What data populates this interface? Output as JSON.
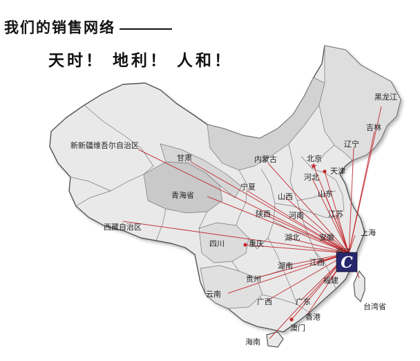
{
  "header": {
    "title": "我们的销售网络",
    "slogan": "天时！ 地利！ 人和！"
  },
  "logo": {
    "letter": "C"
  },
  "colors": {
    "route": "#c1272d",
    "border": "#555555",
    "shade_dark": "#c9c9c9",
    "shade_mid": "#dadada",
    "shade_light": "#ececec",
    "logo_bg": "#27276e"
  },
  "regions": [
    {
      "id": "xinjiang",
      "label": "新新疆维吾尔自治区",
      "route": true
    },
    {
      "id": "gansu",
      "label": "甘肃",
      "route": true
    },
    {
      "id": "qinghai",
      "label": "青海省",
      "route": true
    },
    {
      "id": "xizang",
      "label": "西藏自治区",
      "route": true
    },
    {
      "id": "neimenggu",
      "label": "内蒙古",
      "route": true
    },
    {
      "id": "beijing",
      "label": "北京",
      "route": true,
      "star": true
    },
    {
      "id": "tianjin",
      "label": "天津",
      "route": true,
      "dot": true
    },
    {
      "id": "hebei",
      "label": "河北",
      "route": true
    },
    {
      "id": "ningxia",
      "label": "宁夏",
      "route": true
    },
    {
      "id": "shanxi",
      "label": "山西",
      "route": true
    },
    {
      "id": "shandong",
      "label": "山东",
      "route": true
    },
    {
      "id": "shaanxi",
      "label": "陕西",
      "route": true
    },
    {
      "id": "henan",
      "label": "河南",
      "route": true
    },
    {
      "id": "jiangsu",
      "label": "江苏",
      "route": true
    },
    {
      "id": "shanghai",
      "label": "上海",
      "route": true
    },
    {
      "id": "sichuan",
      "label": "四川",
      "route": true
    },
    {
      "id": "chongqing",
      "label": "重庆",
      "route": true,
      "dot": true
    },
    {
      "id": "hubei",
      "label": "湖北",
      "route": true
    },
    {
      "id": "anhui",
      "label": "安徽",
      "route": true
    },
    {
      "id": "zhejiang",
      "label": "浙江",
      "route": false
    },
    {
      "id": "hunan",
      "label": "湖南",
      "route": true
    },
    {
      "id": "jiangxi",
      "label": "江西",
      "route": true
    },
    {
      "id": "guizhou",
      "label": "贵州",
      "route": true
    },
    {
      "id": "fujian",
      "label": "福建",
      "route": true
    },
    {
      "id": "yunnan",
      "label": "云南",
      "route": true
    },
    {
      "id": "guangxi",
      "label": "广西",
      "route": true
    },
    {
      "id": "guangdong",
      "label": "广东",
      "route": true
    },
    {
      "id": "xianggang",
      "label": "香港",
      "route": true
    },
    {
      "id": "aomen",
      "label": "澳门",
      "route": true,
      "dot": true
    },
    {
      "id": "hainan",
      "label": "海南",
      "route": true
    },
    {
      "id": "taiwan",
      "label": "台湾省",
      "route": true
    },
    {
      "id": "heilongjiang",
      "label": "黑龙江",
      "route": true
    },
    {
      "id": "jilin",
      "label": "吉林",
      "route": true
    },
    {
      "id": "liaoning",
      "label": "辽宁",
      "route": true
    }
  ]
}
